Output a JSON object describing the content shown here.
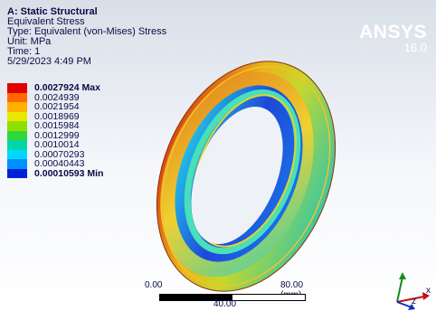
{
  "header": {
    "title": "A: Static Structural",
    "result_name": "Equivalent Stress",
    "type_line": "Type: Equivalent (von-Mises) Stress",
    "unit_line": "Unit: MPa",
    "time_line": "Time: 1",
    "date_line": "5/29/2023 4:49 PM"
  },
  "legend": {
    "entries": [
      {
        "label": "0.0027924 Max",
        "color": "#e30000",
        "bold": true
      },
      {
        "label": "0.0024939",
        "color": "#ff6a00",
        "bold": false
      },
      {
        "label": "0.0021954",
        "color": "#ffb000",
        "bold": false
      },
      {
        "label": "0.0018969",
        "color": "#e8e800",
        "bold": false
      },
      {
        "label": "0.0015984",
        "color": "#8fe000",
        "bold": false
      },
      {
        "label": "0.0012999",
        "color": "#2fd83a",
        "bold": false
      },
      {
        "label": "0.0010014",
        "color": "#00d6a5",
        "bold": false
      },
      {
        "label": "0.00070293",
        "color": "#00d8ff",
        "bold": false
      },
      {
        "label": "0.00040443",
        "color": "#0090ff",
        "bold": false
      },
      {
        "label": "0.00010593 Min",
        "color": "#0020d8",
        "bold": true
      }
    ]
  },
  "logo": {
    "name": "ANSYS",
    "version": "16.0",
    "color": "#ffffff"
  },
  "scale": {
    "left_label": "0.00",
    "right_label": "80.00 (mm)",
    "mid_label": "40.00"
  },
  "triad": {
    "x_label": "x",
    "z_label": "z"
  },
  "colors": {
    "header_text": "#0a0a45",
    "bg_top": "#d9dfe8",
    "bg_bottom": "#ffffff"
  }
}
